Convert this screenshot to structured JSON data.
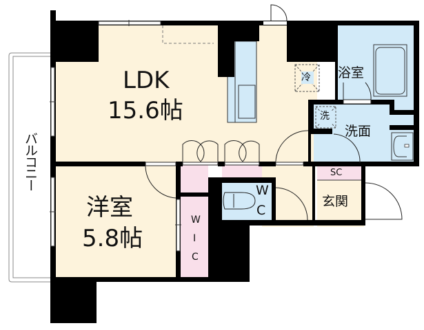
{
  "floorplan": {
    "colors": {
      "wall": "#000000",
      "living_floor": "#fdf3dc",
      "wet_area": "#d2eaf8",
      "storage": "#f9dfea",
      "balcony_outline": "#888888"
    },
    "rooms": {
      "ldk": {
        "name": "LDK",
        "size": "15.6帖"
      },
      "western_room": {
        "name": "洋室",
        "size": "5.8帖"
      },
      "balcony": {
        "name": "バルコニー"
      },
      "bathroom": {
        "name": "浴室"
      },
      "washroom": {
        "name": "洗面"
      },
      "refrigerator": {
        "name": "冷"
      },
      "washer": {
        "name": "洗"
      },
      "toilet": {
        "line1": "W",
        "line2": "C"
      },
      "walk_in_closet": {
        "line1": "W",
        "line2": "I",
        "line3": "C"
      },
      "shoe_closet": {
        "name": "SC"
      },
      "entrance": {
        "name": "玄関"
      }
    }
  }
}
